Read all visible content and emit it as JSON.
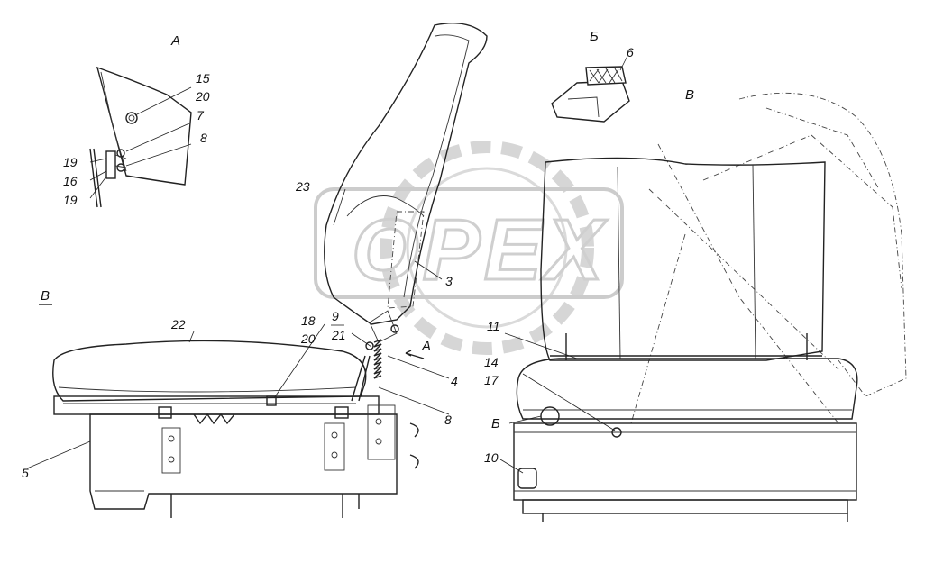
{
  "watermark": "OPEX",
  "views": {
    "A": "А",
    "B": "Б",
    "V_right": "В",
    "V_left": "В",
    "A_arrow": "А",
    "B_pointer": "Б"
  },
  "callouts": {
    "c15": "15",
    "c20a": "20",
    "c7": "7",
    "c8a": "8",
    "c19a": "19",
    "c16": "16",
    "c19b": "19",
    "c6": "6",
    "c23": "23",
    "c3": "3",
    "c22": "22",
    "c18": "18",
    "c20b": "20",
    "c9": "9",
    "c21": "21",
    "c4": "4",
    "c8b": "8",
    "c5": "5",
    "c11": "11",
    "c14": "14",
    "c17": "17",
    "c10": "10"
  }
}
